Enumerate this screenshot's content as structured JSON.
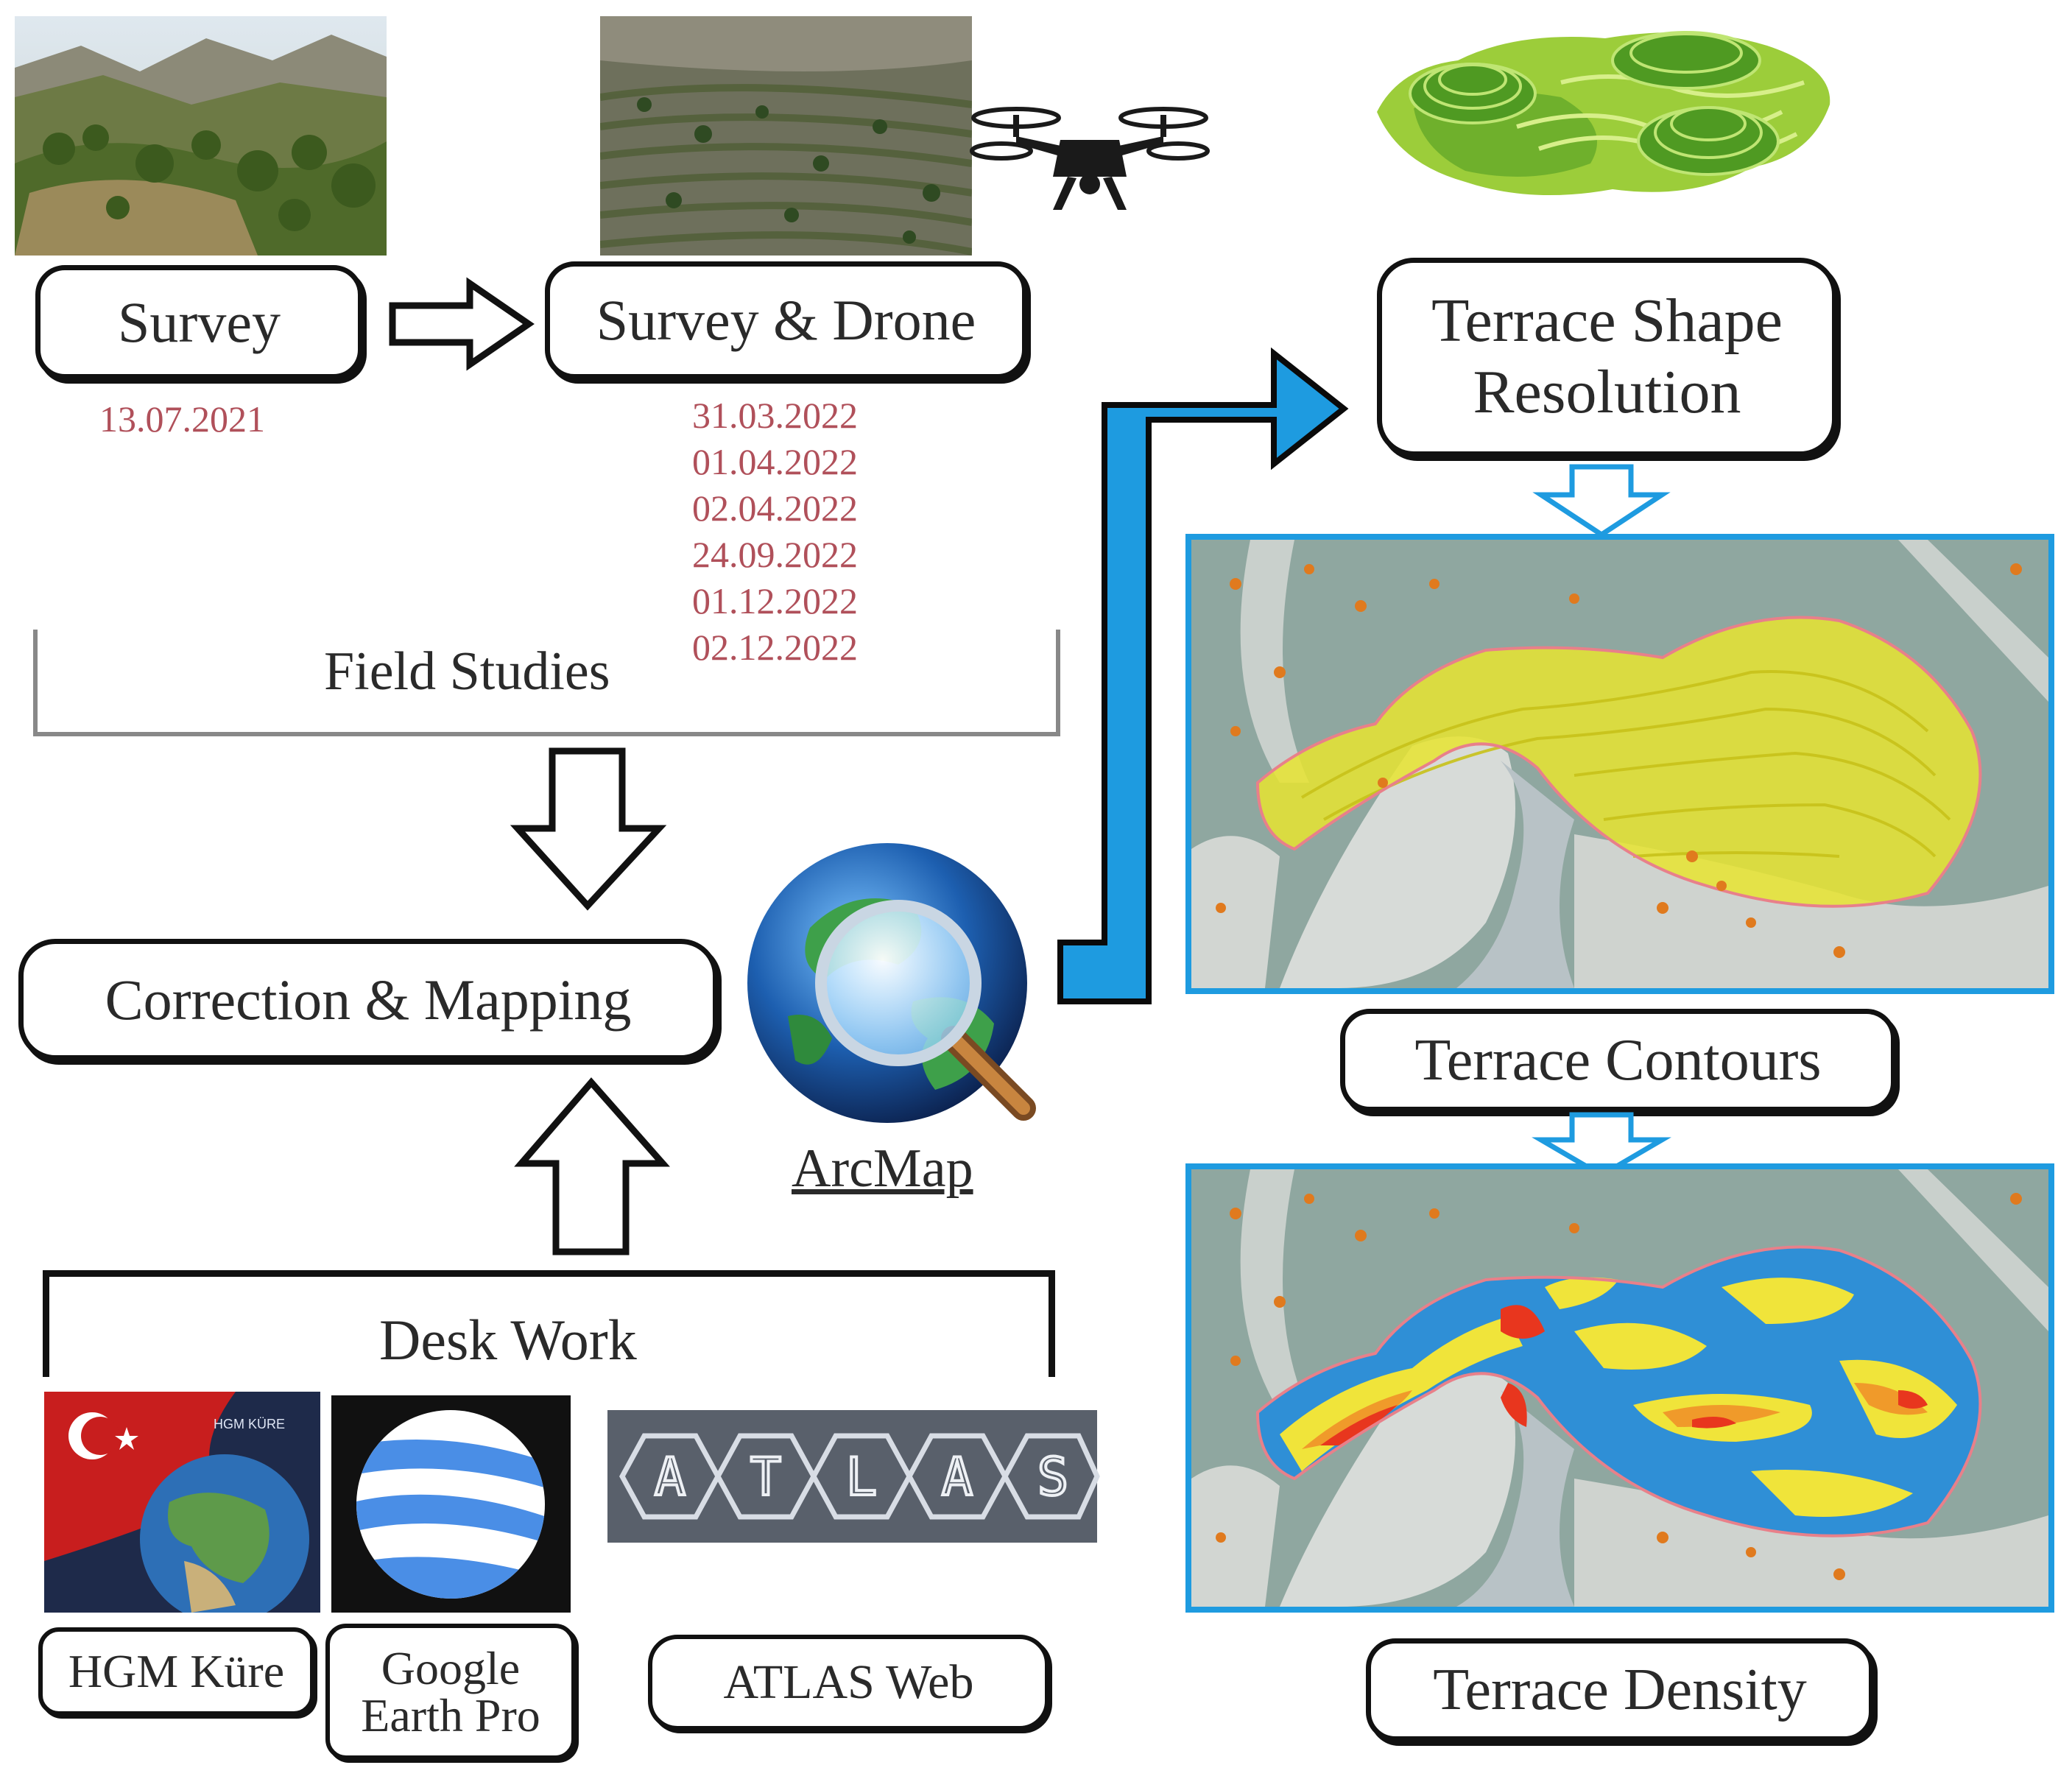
{
  "field_studies": {
    "survey_label": "Survey",
    "survey_date": "13.07.2021",
    "survey_drone_label": "Survey & Drone",
    "drone_dates": [
      "31.03.2022",
      "01.04.2022",
      "02.04.2022",
      "24.09.2022",
      "01.12.2022",
      "02.12.2022"
    ],
    "group_label": "Field Studies"
  },
  "correction": {
    "label": "Correction & Mapping"
  },
  "arcmap": {
    "label": "ArcMap"
  },
  "desk_work": {
    "group_label": "Desk Work",
    "tools": [
      {
        "label": "HGM Küre",
        "logo_text": "HGM KÜRE"
      },
      {
        "label_line1": "Google",
        "label_line2": "Earth Pro"
      },
      {
        "label": "ATLAS Web",
        "logo_letters": [
          "A",
          "T",
          "L",
          "A",
          "S"
        ]
      }
    ]
  },
  "outputs": {
    "shape_line1": "Terrace Shape",
    "shape_line2": "Resolution",
    "contours": "Terrace Contours",
    "density": "Terrace Density"
  },
  "colors": {
    "accent_blue": "#1e9be0",
    "date_red": "#b0505a",
    "contour_yellow": "#f2e82a",
    "density_red": "#e8361e"
  }
}
